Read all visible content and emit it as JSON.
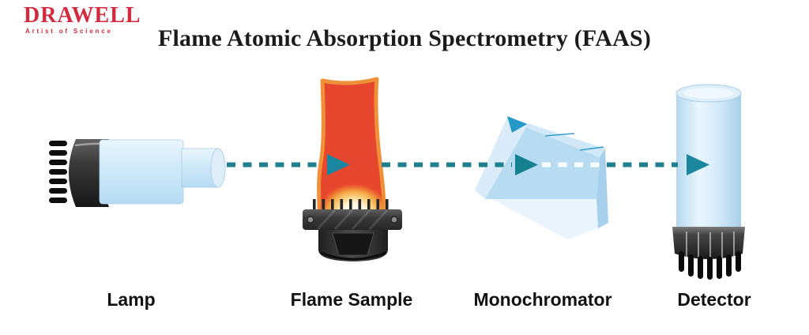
{
  "logo": {
    "brand": "DRAWELL",
    "tagline": "Artist of Science"
  },
  "title": "Flame Atomic Absorption Spectrometry (FAAS)",
  "diagram": {
    "type": "process-flow",
    "flow_direction": "left-to-right",
    "components": [
      {
        "id": "lamp",
        "label": "Lamp"
      },
      {
        "id": "flame-sample",
        "label": "Flame Sample"
      },
      {
        "id": "monochromator",
        "label": "Monochromator"
      },
      {
        "id": "detector",
        "label": "Detector"
      }
    ],
    "beam": {
      "style": "dashed-arrow",
      "passes_through": [
        "lamp",
        "flame-sample",
        "monochromator",
        "detector"
      ]
    }
  },
  "colors": {
    "background": "#ffffff",
    "logo_red": "#d22b3e",
    "title_text": "#1b1b1b",
    "label_text": "#111111",
    "beam_teal": "#207f8e",
    "arrow_teal": "#1b86a0",
    "flame_red": "#e7462e",
    "flame_orange": "#ef9138",
    "glass_blue_light": "#d6ebf8",
    "glass_blue_mid": "#b5daf1",
    "prism_accent": "#1e95c6",
    "hardware_dark": "#3a3a3a"
  }
}
